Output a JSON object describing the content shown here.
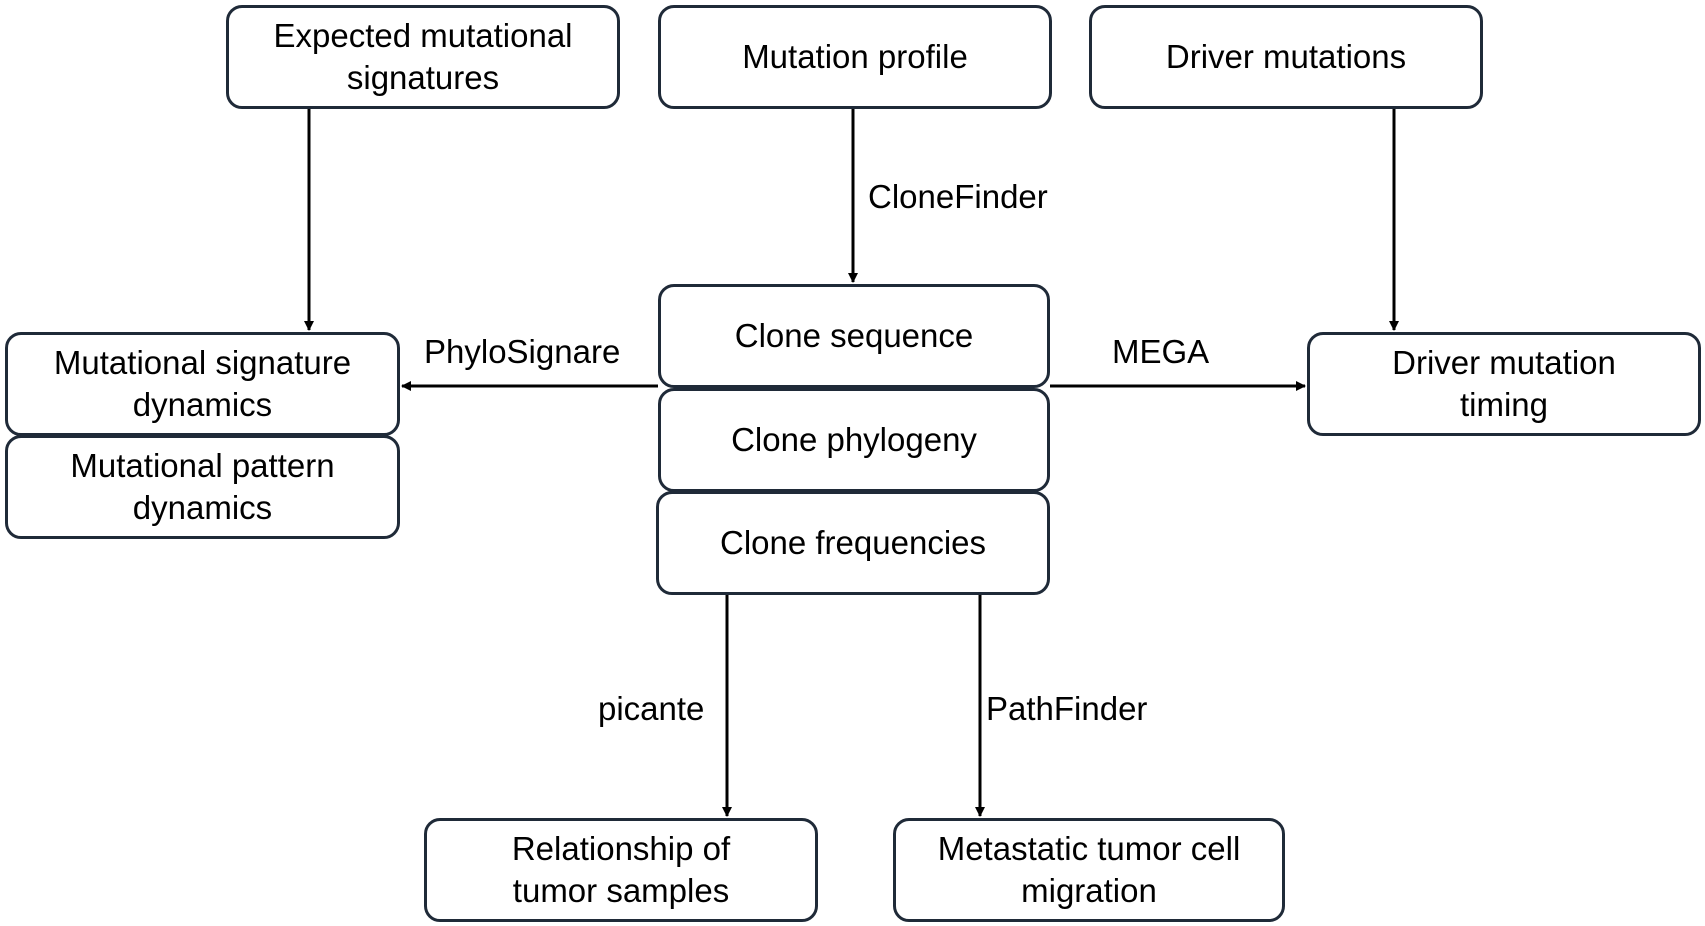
{
  "diagram": {
    "nodes": {
      "expected_signatures": [
        "Expected mutational",
        "signatures"
      ],
      "mutation_profile": [
        "Mutation profile"
      ],
      "driver_mutations": [
        "Driver mutations"
      ],
      "signature_dynamics": [
        "Mutational signature",
        "dynamics"
      ],
      "pattern_dynamics": [
        "Mutational pattern",
        "dynamics"
      ],
      "clone_sequence": [
        "Clone sequence"
      ],
      "clone_phylogeny": [
        "Clone phylogeny"
      ],
      "clone_frequencies": [
        "Clone frequencies"
      ],
      "driver_timing": [
        "Driver mutation",
        "timing"
      ],
      "sample_relationship": [
        "Relationship of",
        "tumor samples"
      ],
      "cell_migration": [
        "Metastatic tumor cell",
        "migration"
      ]
    },
    "edge_labels": {
      "clonefinder": "CloneFinder",
      "phylosignare": "PhyloSignare",
      "mega": "MEGA",
      "picante": "picante",
      "pathfinder": "PathFinder"
    },
    "colors": {
      "box_border": "#1f2a38",
      "arrow": "#000000",
      "text": "#000000"
    }
  }
}
